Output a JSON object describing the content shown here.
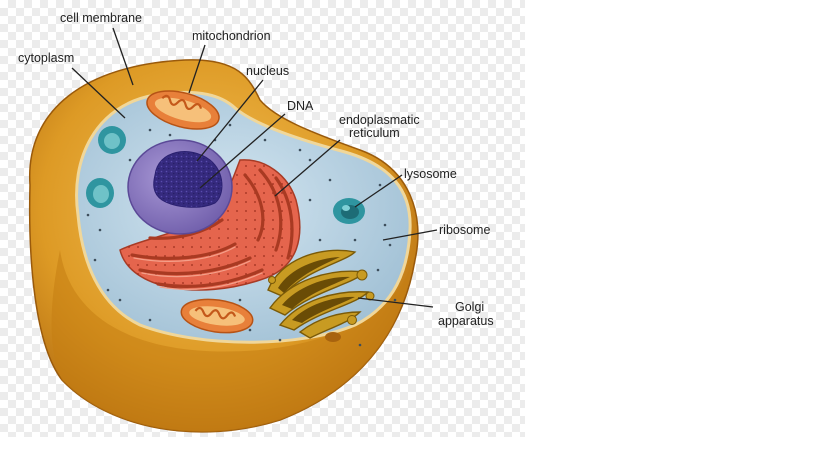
{
  "labels": {
    "cell_membrane": "cell membrane",
    "mitochondrion": "mitochondrion",
    "cytoplasm": "cytoplasm",
    "nucleus": "nucleus",
    "dna": "DNA",
    "er_line1": "endoplasmatic",
    "er_line2": "reticulum",
    "lysosome": "lysosome",
    "ribosome": "ribosome",
    "golgi_line1": "Golgi",
    "golgi_line2": "apparatus"
  },
  "colors": {
    "membrane_outer": "#d9961f",
    "membrane_dark": "#a8650e",
    "cytoplasm": "#b9d3e2",
    "nucleus": "#8a78c2",
    "nucleolus": "#3b2f86",
    "er": "#e2614a",
    "mitochondrion": "#e8833a",
    "golgi": "#b8921c",
    "lysosome": "#2b8e98"
  }
}
